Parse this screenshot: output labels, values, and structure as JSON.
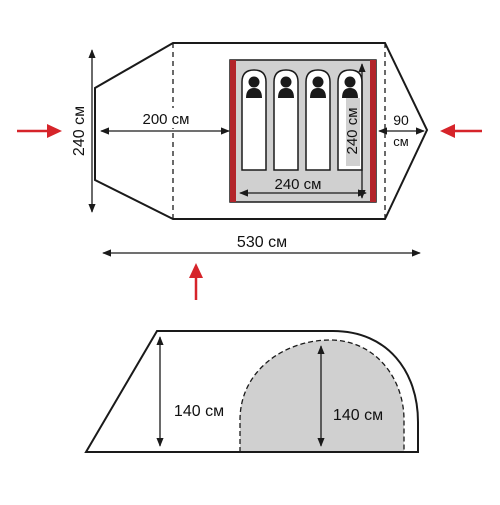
{
  "colors": {
    "outline": "#1a1a1a",
    "inner_tent_wall": "#b3242a",
    "inner_tent_floor": "#d0d0d0",
    "entrance_arrow": "#d6242a",
    "sleeping_bag": "#ffffff",
    "person_silhouette": "#1a1a1a"
  },
  "top_view": {
    "width_label": "240 см",
    "vestibule_length_label": "200 см",
    "inner_width_label": "240 см",
    "inner_length_label": "240 см",
    "rear_length_label_value": "90",
    "rear_length_label_unit": "см",
    "total_length_label": "530 см",
    "sleeping_places": 4,
    "icons": [
      "entrance-arrow-left",
      "entrance-arrow-right",
      "entrance-arrow-bottom"
    ]
  },
  "side_view": {
    "vestibule_height_label": "140 см",
    "inner_height_label": "140 см"
  }
}
